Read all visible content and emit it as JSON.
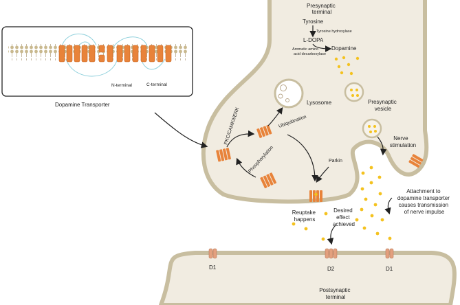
{
  "labels": {
    "presynaptic_terminal": [
      "Presynaptic",
      "terminal"
    ],
    "tyrosine": "Tyrosine",
    "tyrosine_hydroxylase": "Tyrosine hydroxylase",
    "l_dopa": "L-DOPA",
    "aromatic_decarboxylase": [
      "Aromatic amino",
      "acid decarboxylase"
    ],
    "dopamine": "Dopamine",
    "lysosome": "Lysosome",
    "presynaptic_vesicle": [
      "Presynaptic",
      "vesicle"
    ],
    "ubiquitination": "Ubiquitination",
    "kinases": "PKC/CAMKII/ERK",
    "phosphorylation": "Phosphorylation",
    "parkin": "Parkin",
    "nerve_stimulation": [
      "Nerve",
      "stimulation"
    ],
    "reuptake": [
      "Reuptake",
      "happens"
    ],
    "desired_effect": [
      "Desired",
      "effect",
      "achieved"
    ],
    "attachment": [
      "Attachment to",
      "dopamine transporter",
      "causes transmission",
      "of nerve impulse"
    ],
    "d1_left": "D1",
    "d2": "D2",
    "d1_right": "D1",
    "postsynaptic_terminal": [
      "Postsynaptic",
      "terminal"
    ],
    "inset_n_terminal": "N-terminal",
    "inset_c_terminal": "C-terminal",
    "inset_caption": "Dopamine Transporter"
  },
  "colors": {
    "membrane": "#c8bea0",
    "cytoplasm": "#f1ece1",
    "transporter": "#e8833a",
    "receptor": "#e3a07e",
    "dopamine_dot": "#f4c21f",
    "loop_line": "#8fd0dc"
  }
}
